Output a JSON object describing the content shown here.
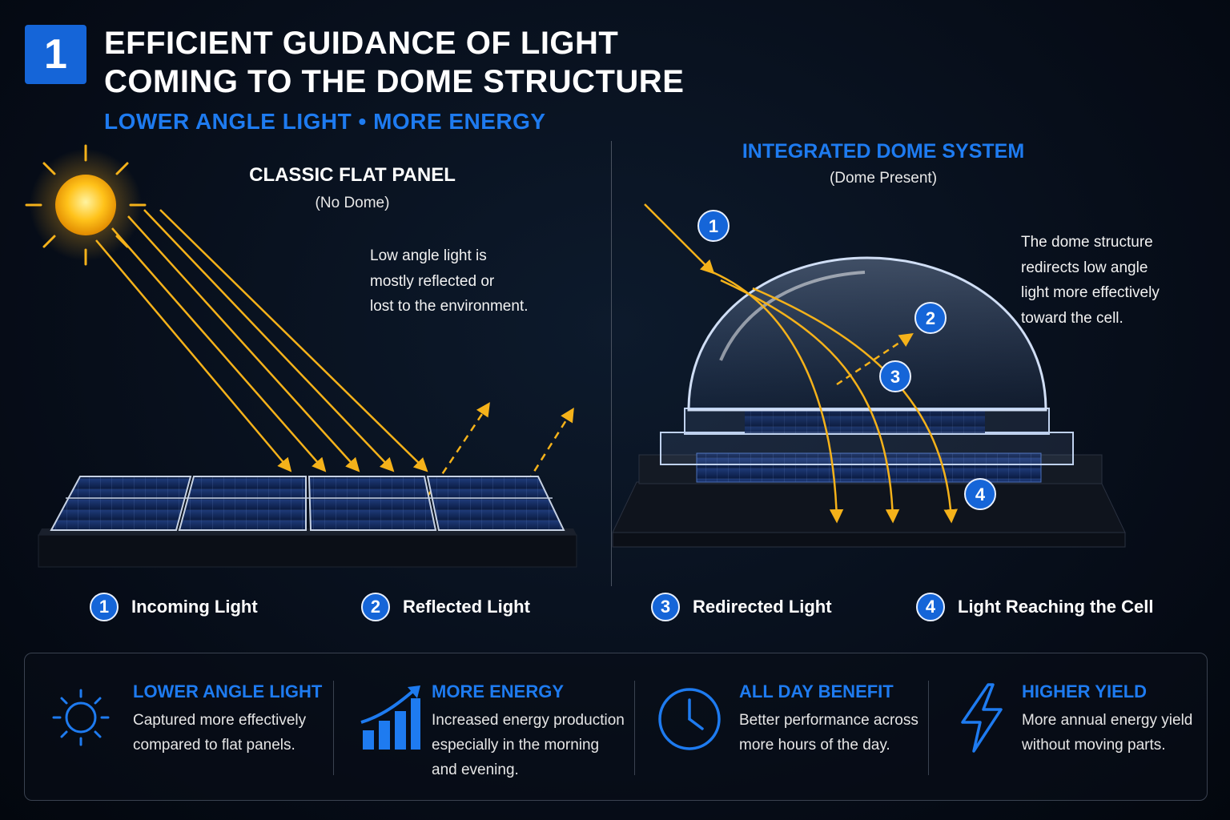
{
  "header": {
    "number": "1",
    "title_line1": "EFFICIENT GUIDANCE OF LIGHT",
    "title_line2": "COMING TO THE DOME STRUCTURE",
    "subtitle": "LOWER ANGLE LIGHT • MORE ENERGY"
  },
  "left": {
    "title": "CLASSIC FLAT PANEL",
    "subtitle": "(No Dome)",
    "note": [
      "Low angle light is",
      "mostly reflected or",
      "lost to the environment."
    ]
  },
  "right": {
    "title": "INTEGRATED DOME SYSTEM",
    "subtitle": "(Dome Present)",
    "note": [
      "The dome structure",
      "redirects low angle",
      "light more effectively",
      "toward the cell."
    ],
    "markers": [
      "1",
      "2",
      "3",
      "4"
    ]
  },
  "legend": [
    {
      "num": "1",
      "label": "Incoming Light"
    },
    {
      "num": "2",
      "label": "Reflected Light"
    },
    {
      "num": "3",
      "label": "Redirected Light"
    },
    {
      "num": "4",
      "label": "Light Reaching the Cell"
    }
  ],
  "features": [
    {
      "icon": "sun-icon",
      "title": "LOWER ANGLE LIGHT",
      "desc": [
        "Captured more effectively",
        "compared to flat panels."
      ]
    },
    {
      "icon": "bar-chart-growth-icon",
      "title": "MORE ENERGY",
      "desc": [
        "Increased energy production",
        "especially in the morning",
        "and evening."
      ]
    },
    {
      "icon": "clock-icon",
      "title": "ALL DAY BENEFIT",
      "desc": [
        "Better performance across",
        "more hours of the day."
      ]
    },
    {
      "icon": "lightning-icon",
      "title": "HIGHER YIELD",
      "desc": [
        "More annual energy yield",
        "without moving parts."
      ]
    }
  ],
  "colors": {
    "accent_blue": "#1e7bf0",
    "badge_blue": "#1565d8",
    "light_ray": "#f5b21a",
    "background": "#060c17"
  }
}
